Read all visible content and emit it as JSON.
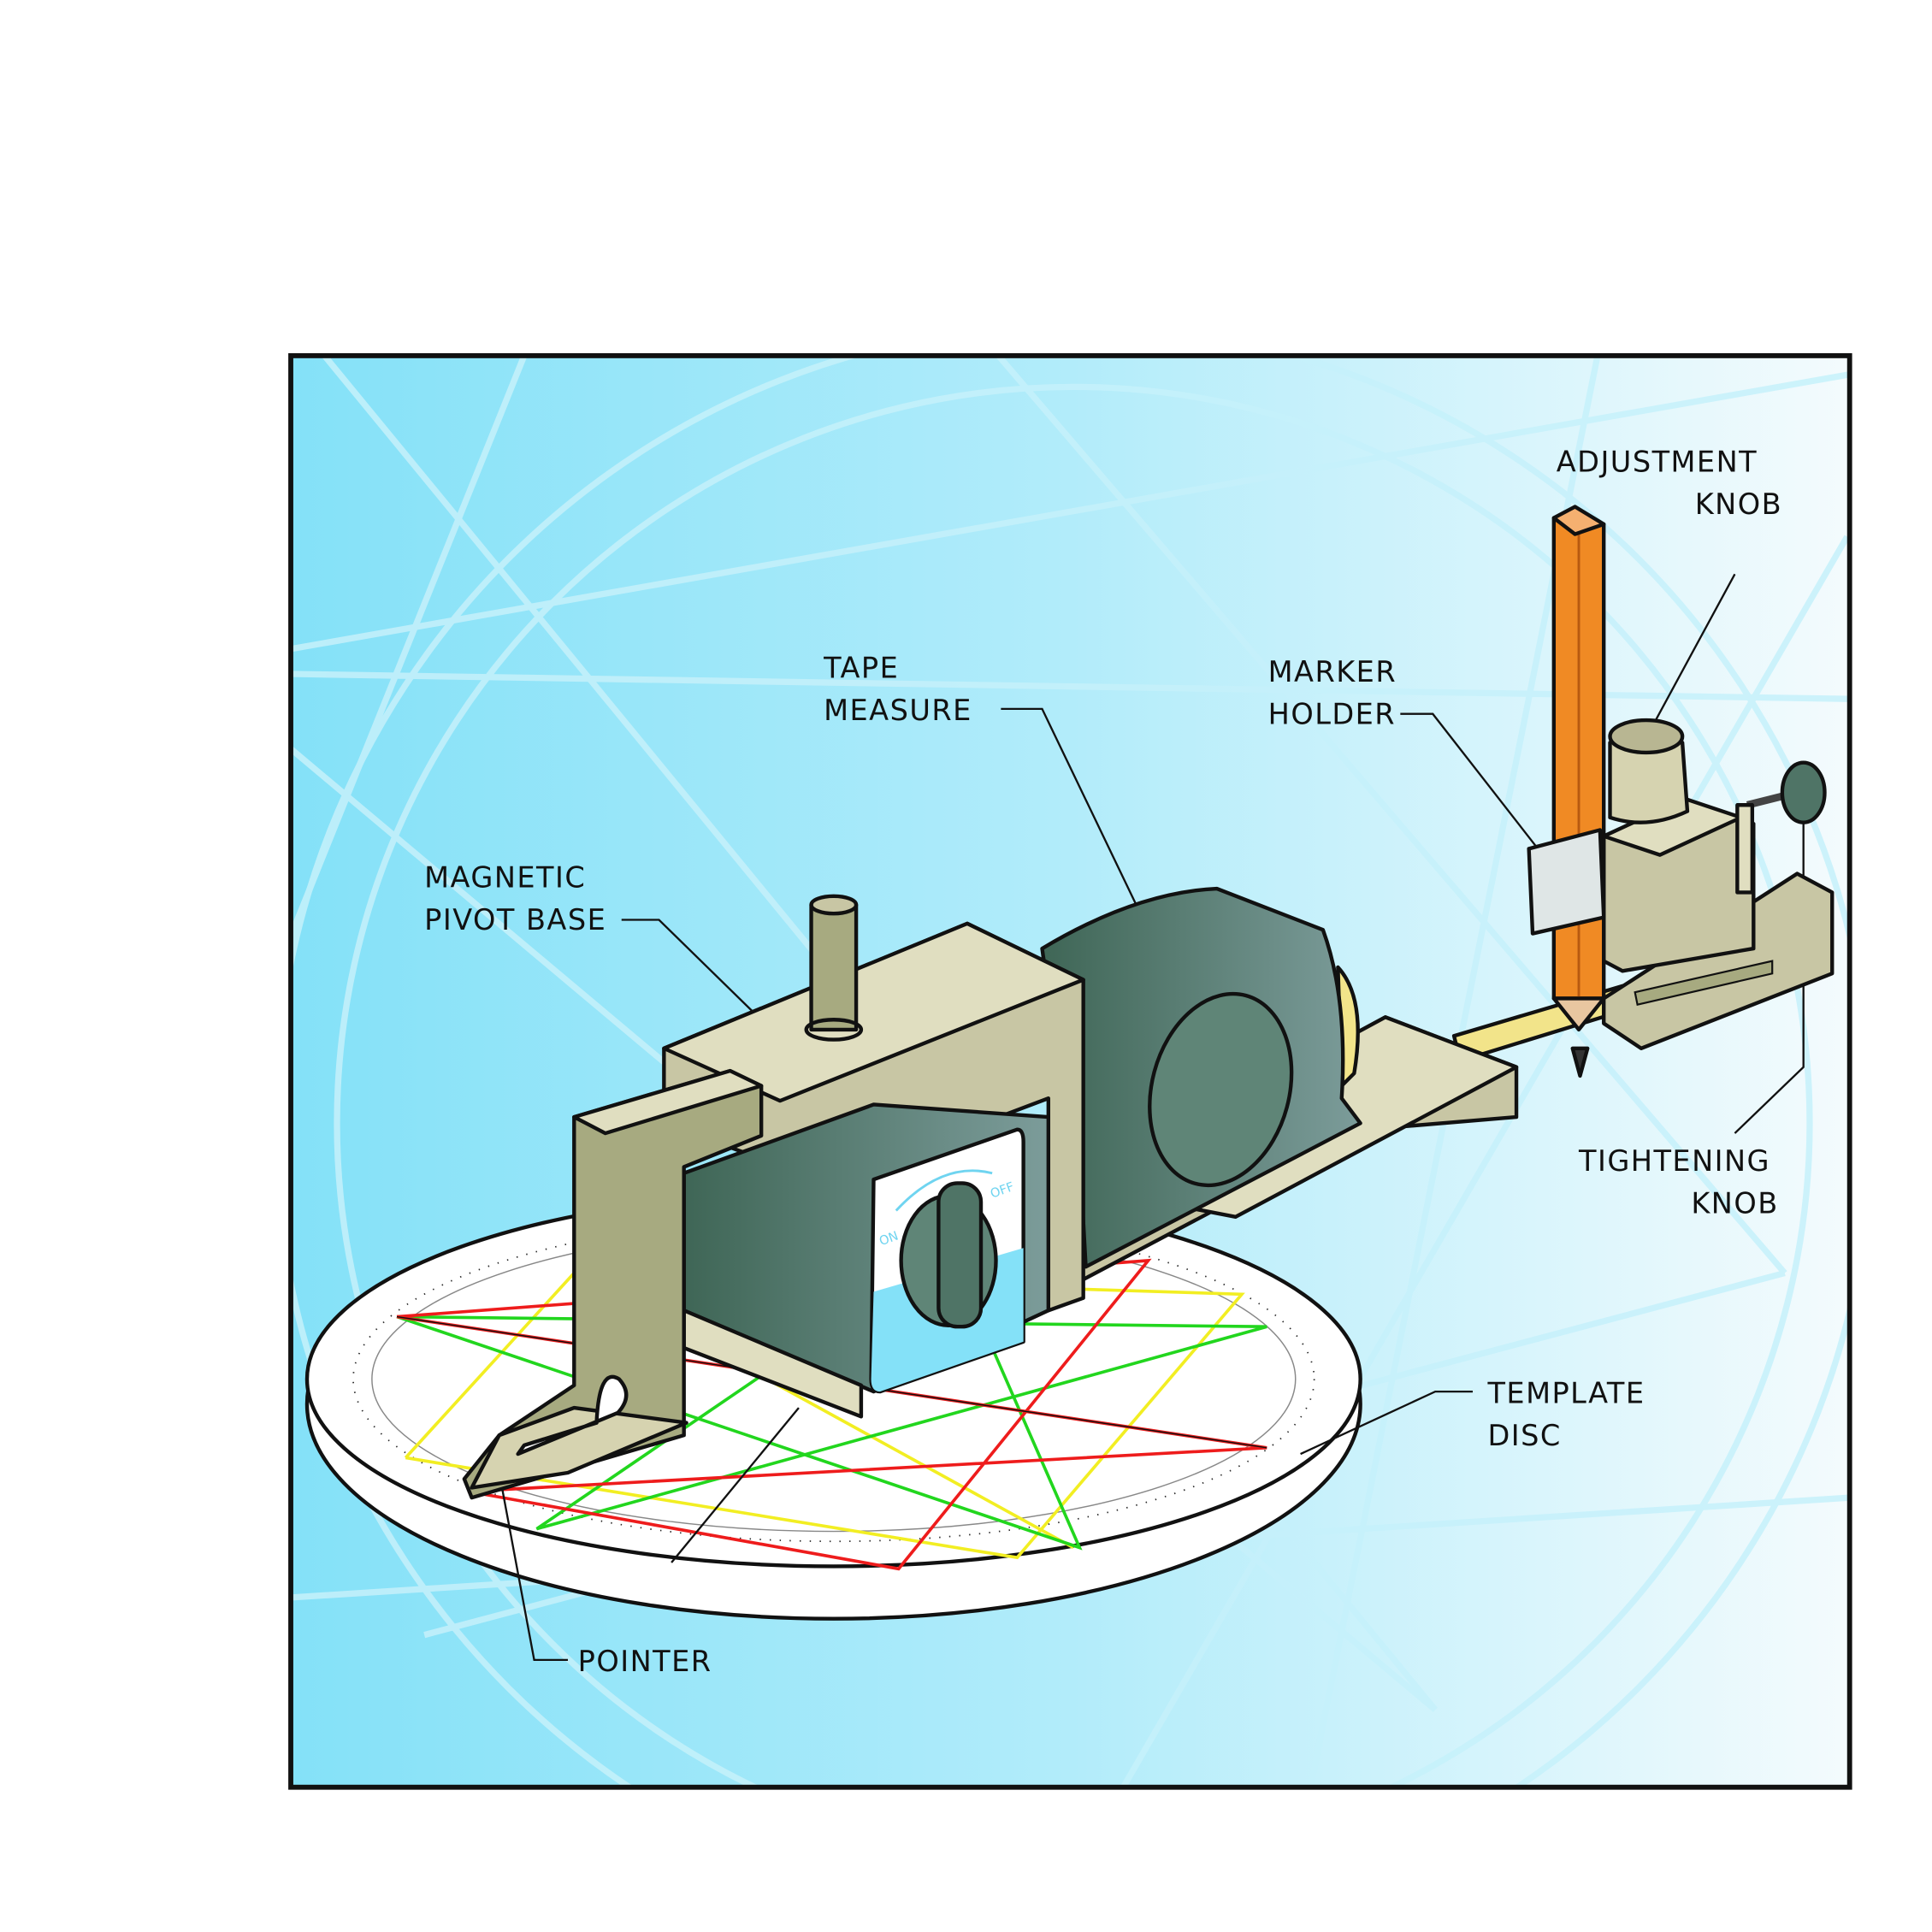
{
  "labels": {
    "adjustment_knob": [
      "ADJUSTMENT",
      "KNOB"
    ],
    "marker_holder": [
      "MARKER",
      "HOLDER"
    ],
    "tape_measure": [
      "TAPE",
      "MEASURE"
    ],
    "magnetic_pivot_base": [
      "MAGNETIC",
      "PIVOT BASE"
    ],
    "tightening_knob": [
      "TIGHTENING",
      "KNOB"
    ],
    "template_disc": [
      "TEMPLATE",
      "DISC"
    ],
    "pointer": [
      "POINTER"
    ]
  },
  "switch": {
    "on": "ON",
    "off": "OFF"
  },
  "colors": {
    "background_left": "#84e1f8",
    "background_right": "#f4fbfd",
    "body": "#c8c6a4",
    "body_dark": "#a7aa80",
    "body_light": "#e0dec0",
    "tape_case": "#4f7466",
    "pencil": "#f08a24",
    "star_red": "#ee1c1c",
    "star_green": "#22d61e",
    "star_yellow": "#f2ee22"
  }
}
